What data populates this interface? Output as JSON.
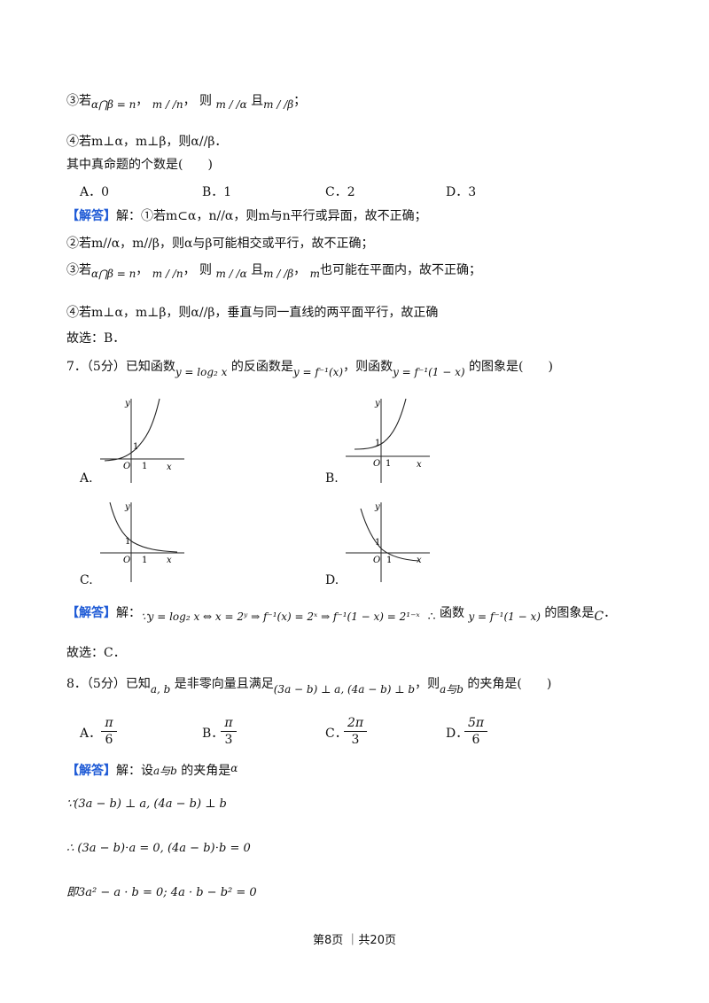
{
  "q6": {
    "item3_prefix": "③若",
    "item3_cond1": "α⋂β = n",
    "item3_sep1": "，",
    "item3_cond2": "m / /n",
    "item3_sep2": "，  则",
    "item3_cond3": "m / /α",
    "item3_and": "且",
    "item3_cond4": "m / /β",
    "item3_end": "；",
    "item4": "④若m⊥α，m⊥β，则α//β．",
    "question": "其中真命题的个数是(　　)",
    "options": [
      "A．0",
      "B．1",
      "C．2",
      "D．3"
    ],
    "answer_tag": "【解答】",
    "answer_line1": "解：①若m⊂α，n//α，则m与n平行或异面，故不正确；",
    "answer_line2": "②若m//α，m//β，则α与β可能相交或平行，故不正确；",
    "answer3_prefix": "③若",
    "answer3_cond1": "α⋂β = n",
    "answer3_sep1": "，",
    "answer3_cond2": "m / /n",
    "answer3_sep2": "，  则",
    "answer3_cond3": "m / /α",
    "answer3_and": "且",
    "answer3_cond4": "m / /β",
    "answer3_sep3": "，",
    "answer3_m": "m",
    "answer3_end": "也可能在平面内，故不正确；",
    "answer_line4": "④若m⊥α，m⊥β，则α//β，垂直与同一直线的两平面平行，故正确",
    "conclusion": "故选：B．"
  },
  "q7": {
    "stem_prefix": "7．（5分）已知函数",
    "stem_fn1": "y = log₂ x",
    "stem_mid1": "的反函数是",
    "stem_fn2": "y = f⁻¹(x)",
    "stem_mid2": "，则函数",
    "stem_fn3": "y = f⁻¹(1 − x)",
    "stem_end": "的图象是(　　)",
    "graphs": [
      {
        "label": "A.",
        "y_axis": "y",
        "x_axis": "x",
        "origin": "O",
        "one_y": "1",
        "one_x": "1"
      },
      {
        "label": "B.",
        "y_axis": "y",
        "x_axis": "x",
        "origin": "O",
        "one_y": "1",
        "one_x": "1"
      },
      {
        "label": "C.",
        "y_axis": "y",
        "x_axis": "x",
        "origin": "O",
        "one_y": "1",
        "one_x": "1"
      },
      {
        "label": "D.",
        "y_axis": "y",
        "x_axis": "x",
        "origin": "O",
        "one_y": "1",
        "one_x": "1"
      }
    ],
    "answer_tag": "【解答】",
    "answer_prefix": "解：",
    "answer_math": "∵y = log₂ x ⇔ x = 2ʸ ⇒ f⁻¹(x) = 2ˣ ⇒ f⁻¹(1 − x) = 2¹⁻ˣ",
    "answer_therefore": "∴",
    "answer_fn_word": "函数",
    "answer_fn": "y = f⁻¹(1 − x)",
    "answer_end_text": "的图象是",
    "answer_end_val": "C",
    "answer_end_dot": "．",
    "conclusion": "故选：C．"
  },
  "q8": {
    "stem_prefix": "8．（5分）已知",
    "stem_vars": "a, b",
    "stem_mid1": "是非零向量且满足",
    "stem_cond": "(3a − b) ⊥ a, (4a − b) ⊥ b",
    "stem_mid2": "，则",
    "stem_ab": "a与b",
    "stem_end": "的夹角是(　　)",
    "options": [
      {
        "label": "A．",
        "num": "π",
        "den": "6"
      },
      {
        "label": "B．",
        "num": "π",
        "den": "3"
      },
      {
        "label": "C．",
        "num": "2π",
        "den": "3"
      },
      {
        "label": "D．",
        "num": "5π",
        "den": "6"
      }
    ],
    "answer_tag": "【解答】",
    "answer_text": "解：设",
    "answer_ab": "a与b",
    "answer_mid": "的夹角是",
    "answer_alpha": "α",
    "step1": "∵(3a − b) ⊥ a, (4a − b) ⊥ b",
    "step2": "∴ (3a − b)⋅a = 0, (4a − b)⋅b = 0",
    "step3": "即3a² − a · b = 0; 4a · b − b² = 0"
  },
  "footer": "第8页 ｜共20页"
}
